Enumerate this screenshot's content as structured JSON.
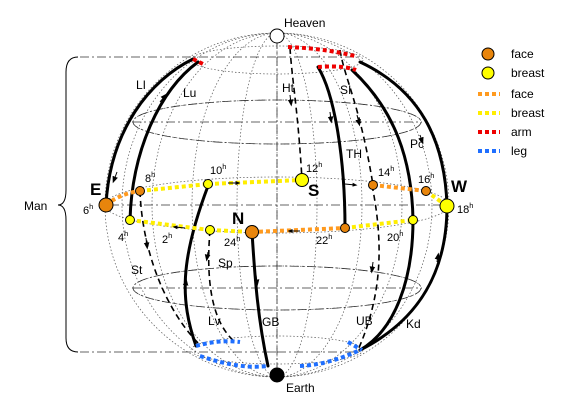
{
  "labels": {
    "heaven": "Heaven",
    "earth": "Earth",
    "man": "Man",
    "east": "E",
    "west": "W",
    "north": "N",
    "south": "S"
  },
  "legend": {
    "items": [
      {
        "marker": "circle",
        "color": "#e8850c",
        "label": "face"
      },
      {
        "marker": "circle",
        "color": "#ffff00",
        "label": "breast"
      },
      {
        "marker": "dots",
        "color": "#ff9a1f",
        "label": "face"
      },
      {
        "marker": "dots",
        "color": "#ffee00",
        "label": "breast"
      },
      {
        "marker": "dots",
        "color": "#ee0000",
        "label": "arm"
      },
      {
        "marker": "dots",
        "color": "#1f6fff",
        "label": "leg"
      }
    ]
  },
  "meridians": [
    "LI",
    "Lu",
    "Ht",
    "SI",
    "TH",
    "Pc",
    "St",
    "Sp",
    "Lv",
    "GB",
    "UB",
    "Kd"
  ],
  "hours": [
    {
      "num": "2",
      "suffix": "h"
    },
    {
      "num": "4",
      "suffix": "h"
    },
    {
      "num": "6",
      "suffix": "h"
    },
    {
      "num": "8",
      "suffix": "h"
    },
    {
      "num": "10",
      "suffix": "h"
    },
    {
      "num": "12",
      "suffix": "h"
    },
    {
      "num": "14",
      "suffix": "h"
    },
    {
      "num": "16",
      "suffix": "h"
    },
    {
      "num": "18",
      "suffix": "h"
    },
    {
      "num": "20",
      "suffix": "h"
    },
    {
      "num": "22",
      "suffix": "h"
    },
    {
      "num": "24",
      "suffix": "h"
    }
  ],
  "colors": {
    "face": "#e8850c",
    "breast": "#ffff00",
    "arm": "#ee0000",
    "leg": "#1f6fff",
    "face_line": "#ff9a1f",
    "breast_line": "#ffee00"
  }
}
